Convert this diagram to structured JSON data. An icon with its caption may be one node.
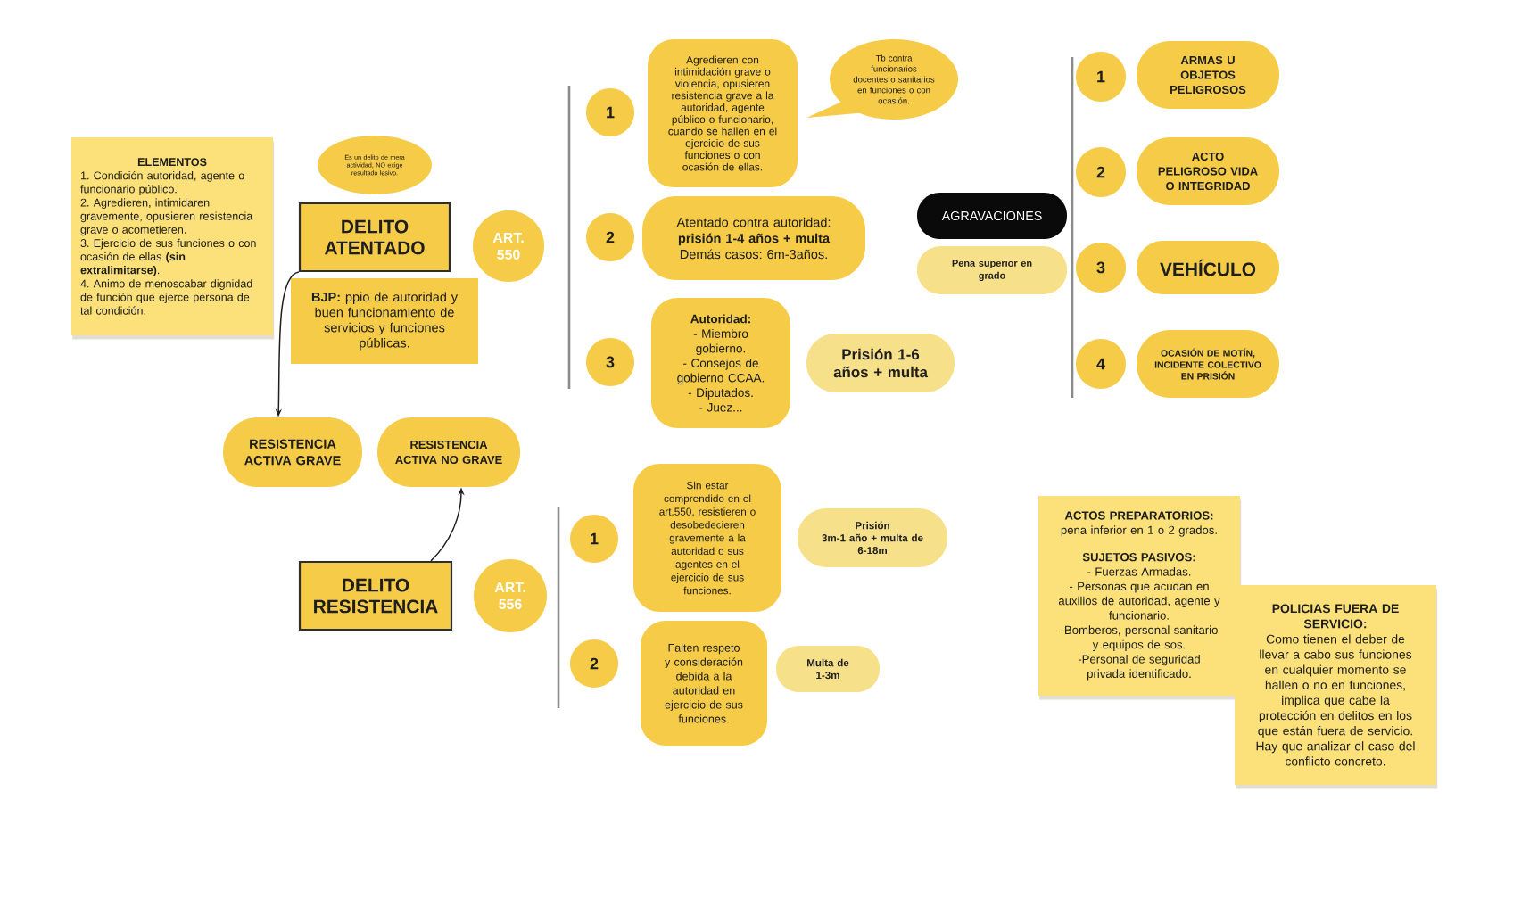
{
  "diagram": {
    "nodes": [
      {
        "text": [
          "ELEMENTOS",
          "1. Condición autoridad, agente o funcionario público.",
          "2. Agredieren, intimidaren gravemente, opusieren resistencia grave o acometieren.",
          "3. Ejercicio de sus funciones o con ocasión de ellas **(sin extralimitarse)**.",
          "4. Animo de menoscabar dignidad de función que ejerce persona de tal condición."
        ]
      },
      {
        "text": [
          "Es un delito de mera actividad, NO exige resultado lesivo."
        ]
      },
      {
        "text": [
          "DELITO ATENTADO"
        ]
      },
      {
        "text": [
          "ART. 550"
        ]
      },
      {
        "text": [
          "**BJP:** ppio de autoridad y buen funcionamiento de servicios y funciones públicas."
        ]
      },
      {
        "text": [
          "RESISTENCIA ACTIVA GRAVE"
        ]
      },
      {
        "text": [
          "RESISTENCIA ACTIVA NO GRAVE"
        ]
      },
      {
        "text": [
          "DELITO RESISTENCIA"
        ]
      },
      {
        "text": [
          "ART. 556"
        ]
      },
      {
        "text": [
          "1"
        ]
      },
      {
        "text": [
          "Agredieren con intimidación grave o violencia, opusieren resistencia grave a la autoridad, agente público o funcionario, cuando se hallen en el ejercicio de sus funciones o con ocasión de ellas."
        ]
      },
      {
        "text": [
          "Tb contra funcionarios docentes o sanitarios en funciones o con ocasión."
        ]
      },
      {
        "text": [
          "2"
        ]
      },
      {
        "text": [
          "Atentado contra autoridad:",
          "prisión 1-4 años + multa",
          "Demás casos: 6m-3años."
        ]
      },
      {
        "text": [
          "3"
        ]
      },
      {
        "text": [
          "Autoridad:",
          "- Miembro gobierno.",
          "- Consejos de gobierno CCAA.",
          "- Diputados.",
          "- Juez..."
        ]
      },
      {
        "text": [
          "Prisión 1-6 años + multa"
        ]
      },
      {
        "text": [
          "AGRAVACIONES"
        ]
      },
      {
        "text": [
          "Pena superior en grado"
        ]
      },
      {
        "text": [
          "1"
        ]
      },
      {
        "text": [
          "ARMAS U OBJETOS PELIGROSOS"
        ]
      },
      {
        "text": [
          "2"
        ]
      },
      {
        "text": [
          "ACTO PELIGROSO VIDA O INTEGRIDAD"
        ]
      },
      {
        "text": [
          "3"
        ]
      },
      {
        "text": [
          "VEHÍCULO"
        ]
      },
      {
        "text": [
          "4"
        ]
      },
      {
        "text": [
          "OCASIÓN DE MOTÍN, INCIDENTE COLECTIVO EN PRISIÓN"
        ]
      },
      {
        "text": [
          "1"
        ]
      },
      {
        "text": [
          "Sin estar comprendido en el art.550, resistieren o desobedecieren gravemente a la autoridad o sus agentes en el ejercicio de sus funciones."
        ]
      },
      {
        "text": [
          "Prisión",
          "3m-1 año + multa de 6-18m"
        ]
      },
      {
        "text": [
          "2"
        ]
      },
      {
        "text": [
          "Falten respeto y consideración debida a la autoridad en ejercicio de sus funciones."
        ]
      },
      {
        "text": [
          "Multa de 1-3m"
        ]
      },
      {
        "text": [
          "ACTOS PREPARATORIOS:",
          "pena inferior en 1 o 2 grados.",
          "SUJETOS PASIVOS:",
          "- Fuerzas Armadas.",
          "- Personas que acudan en auxilios de autoridad, agente y funcionario.",
          "-Bomberos, personal sanitario y equipos de sos.",
          "-Personal de seguridad privada identificado."
        ]
      },
      {
        "text": [
          "POLICIAS FUERA DE SERVICIO:",
          "Como tienen el deber de llevar a cabo sus funciones en cualquier momento se hallen o no en funciones, implica que cabe la protección en delitos en los que están fuera de servicio. Hay que analizar el caso del conflicto concreto."
        ]
      }
    ],
    "edges": [
      {
        "from": 2,
        "to": 5,
        "arrow": "to"
      },
      {
        "from": 7,
        "to": 6,
        "arrow": "to"
      }
    ]
  }
}
